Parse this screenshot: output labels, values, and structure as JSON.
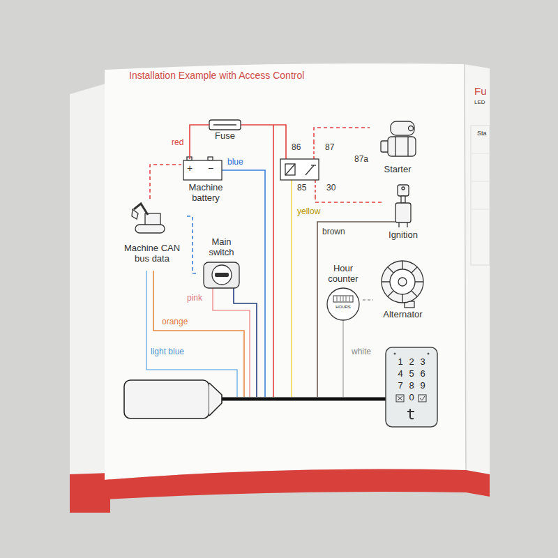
{
  "diagram": {
    "title": "Installation Example with Access Control",
    "nodes": [
      {
        "text": [
          "Fuse"
        ]
      },
      {
        "text": [
          "+",
          "−",
          "Machine battery"
        ]
      },
      {
        "text": [
          "86",
          "87",
          "87a",
          "85",
          "30"
        ]
      },
      {
        "text": [
          "Starter"
        ]
      },
      {
        "text": [
          "Ignition"
        ]
      },
      {
        "text": [
          "Machine CAN bus data"
        ]
      },
      {
        "text": [
          "Main switch"
        ]
      },
      {
        "text": [
          "Hour counter",
          "HOURS"
        ]
      },
      {
        "text": [
          "Alternator"
        ]
      },
      {
        "text": [
          "1",
          "2",
          "3",
          "4",
          "5",
          "6",
          "7",
          "8",
          "9",
          "0"
        ]
      }
    ],
    "edges": [
      {
        "from": 1,
        "to": 0,
        "arrow": "none",
        "label": "red"
      },
      {
        "from": 5,
        "to": 1,
        "arrow": "none"
      },
      {
        "from": 2,
        "to": 3,
        "arrow": "none"
      },
      {
        "from": 2,
        "to": 4,
        "arrow": "none"
      },
      {
        "from": 5,
        "to": 6,
        "arrow": "none"
      },
      {
        "from": 7,
        "to": 8,
        "arrow": "none"
      }
    ],
    "labels": [
      "blue",
      "yellow",
      "brown",
      "pink",
      "orange",
      "light blue",
      "white",
      "Fu",
      "LED",
      "Sta"
    ]
  }
}
